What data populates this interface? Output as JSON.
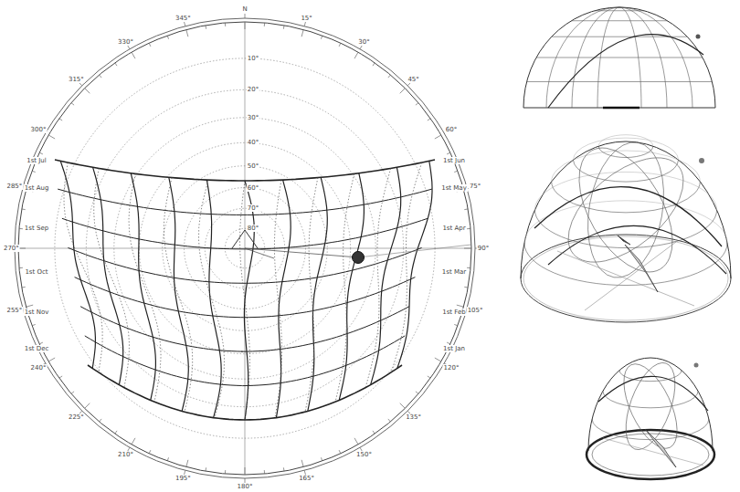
{
  "diagram": {
    "labels": [
      "N",
      "15°",
      "30°",
      "45°",
      "60°",
      "75°",
      "90°",
      "105°",
      "120°",
      "135°",
      "150°",
      "165°",
      "180°",
      "195°",
      "210°",
      "225°",
      "240°",
      "255°",
      "270°",
      "285°",
      "300°",
      "315°",
      "330°",
      "345°",
      "10°",
      "20°",
      "30°",
      "40°",
      "50°",
      "60°",
      "70°",
      "80°",
      "1st Jul",
      "1st Aug",
      "1st Sep",
      "1st Oct",
      "1st Nov",
      "1st Dec",
      "1st Jun",
      "1st May",
      "1st Apr",
      "1st Mar",
      "1st Feb",
      "1st Jan"
    ]
  }
}
